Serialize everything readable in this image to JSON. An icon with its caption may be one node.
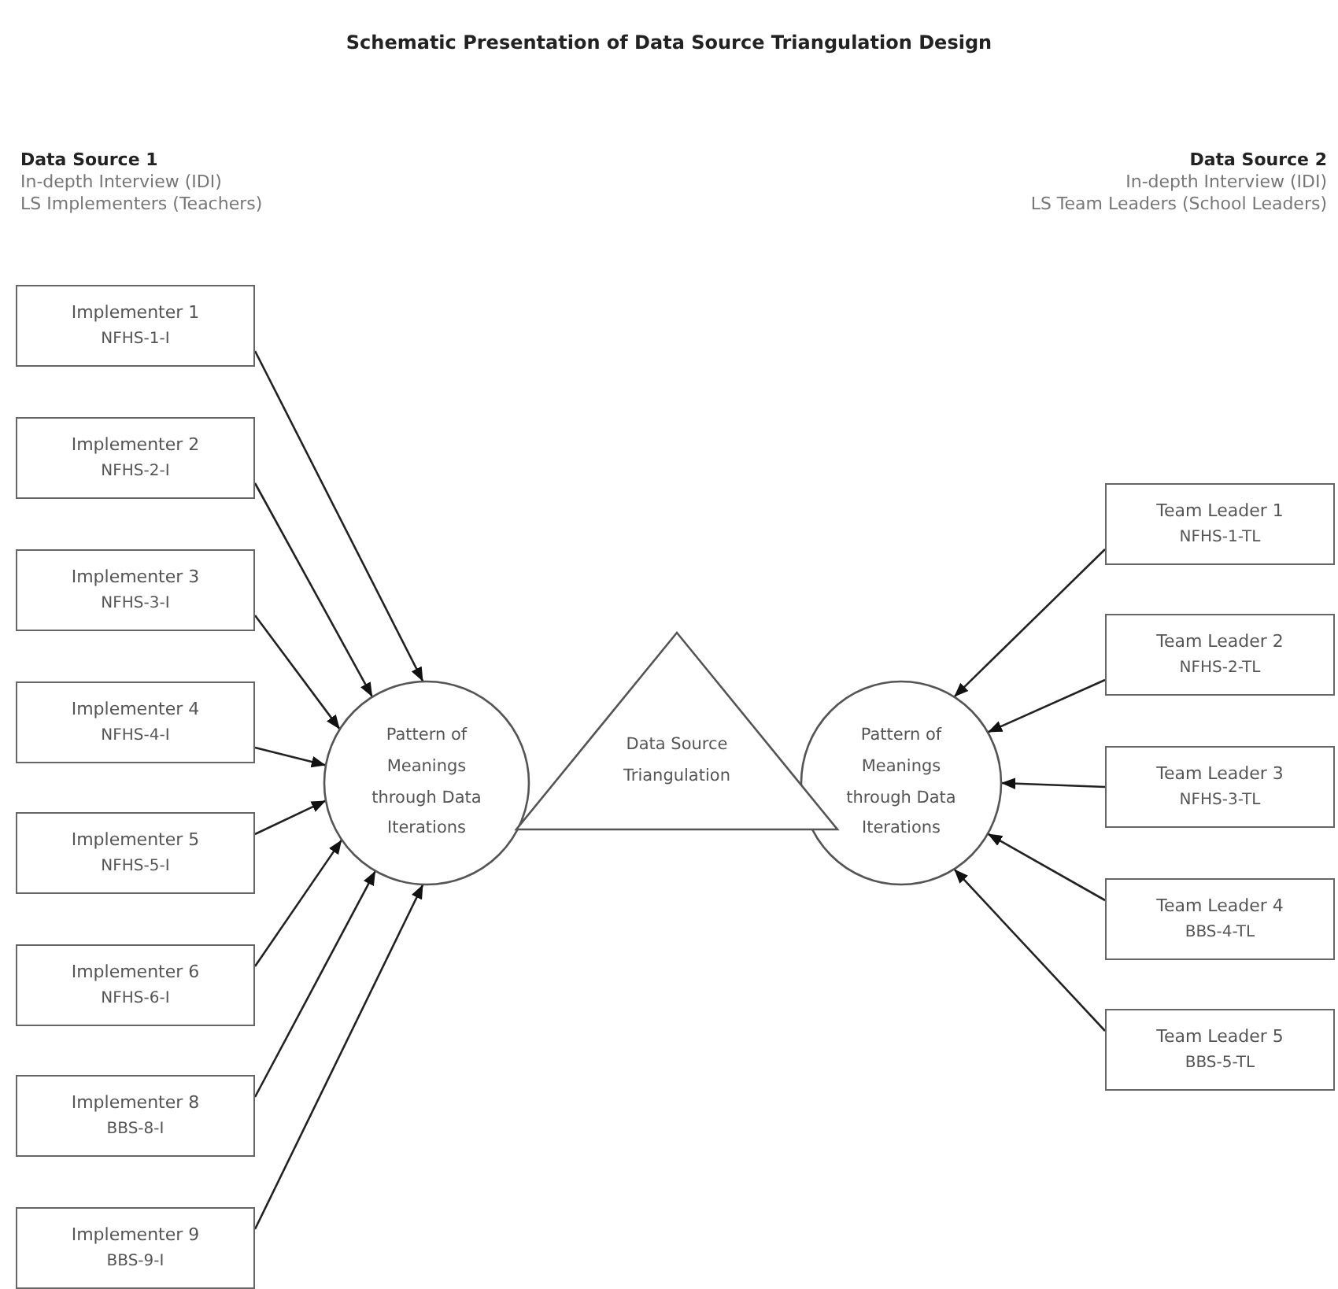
{
  "diagram": {
    "title": "Schematic Presentation of Data Source Triangulation Design",
    "nodes": [
      {
        "text": [
          "Implementer 1",
          "NFHS-1-I"
        ]
      },
      {
        "text": [
          "Implementer 2",
          "NFHS-2-I"
        ]
      },
      {
        "text": [
          "Implementer 3",
          "NFHS-3-I"
        ]
      },
      {
        "text": [
          "Implementer 4",
          "NFHS-4-I"
        ]
      },
      {
        "text": [
          "Implementer 5",
          "NFHS-5-I"
        ]
      },
      {
        "text": [
          "Implementer 6",
          "NFHS-6-I"
        ]
      },
      {
        "text": [
          "Implementer 8",
          "BBS-8-I"
        ]
      },
      {
        "text": [
          "Implementer 9",
          "BBS-9-I"
        ]
      },
      {
        "text": [
          "Pattern of Meanings through Data Iterations"
        ]
      },
      {
        "text": [
          "Data Source Triangulation"
        ]
      },
      {
        "text": [
          "Pattern of Meanings through Data Iterations"
        ]
      },
      {
        "text": [
          "Team Leader 1",
          "NFHS-1-TL"
        ]
      },
      {
        "text": [
          "Team Leader 2",
          "NFHS-2-TL"
        ]
      },
      {
        "text": [
          "Team Leader 3",
          "NFHS-3-TL"
        ]
      },
      {
        "text": [
          "Team Leader 4",
          "BBS-4-TL"
        ]
      },
      {
        "text": [
          "Team Leader 5",
          "BBS-5-TL"
        ]
      }
    ],
    "edges": [
      {
        "from": 0,
        "to": 8,
        "arrow": "to"
      },
      {
        "from": 1,
        "to": 8,
        "arrow": "to"
      },
      {
        "from": 2,
        "to": 8,
        "arrow": "to"
      },
      {
        "from": 3,
        "to": 8,
        "arrow": "to"
      },
      {
        "from": 4,
        "to": 8,
        "arrow": "to"
      },
      {
        "from": 5,
        "to": 8,
        "arrow": "to"
      },
      {
        "from": 6,
        "to": 8,
        "arrow": "to"
      },
      {
        "from": 7,
        "to": 8,
        "arrow": "to"
      },
      {
        "from": 11,
        "to": 10,
        "arrow": "to"
      },
      {
        "from": 12,
        "to": 10,
        "arrow": "to"
      },
      {
        "from": 13,
        "to": 10,
        "arrow": "to"
      },
      {
        "from": 14,
        "to": 10,
        "arrow": "to"
      },
      {
        "from": 15,
        "to": 10,
        "arrow": "to"
      }
    ],
    "labels": [
      "Data Source 1",
      "In-depth Interview (IDI)",
      "LS Implementers (Teachers)",
      "Data Source 2",
      "In-depth Interview (IDI)",
      "LS Team Leaders (School Leaders)"
    ]
  }
}
